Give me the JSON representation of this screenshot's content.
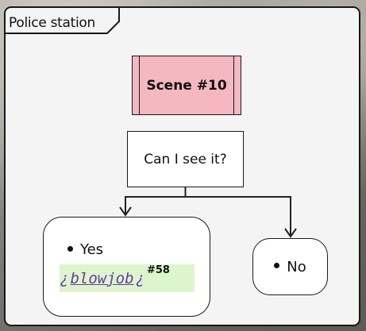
{
  "frame": {
    "title": "Police station"
  },
  "scene": {
    "label": "Scene #10",
    "fill_color": "#f5b7c0"
  },
  "question": {
    "label": "Can I see it?"
  },
  "choices": {
    "yes": {
      "label": "Yes",
      "link_open": "¿",
      "link_text": "blowjob",
      "link_close": "¿",
      "link_ref": "#58",
      "link_highlight_color": "#ddf5cd",
      "link_color": "#6a3aa0"
    },
    "no": {
      "label": "No"
    }
  }
}
